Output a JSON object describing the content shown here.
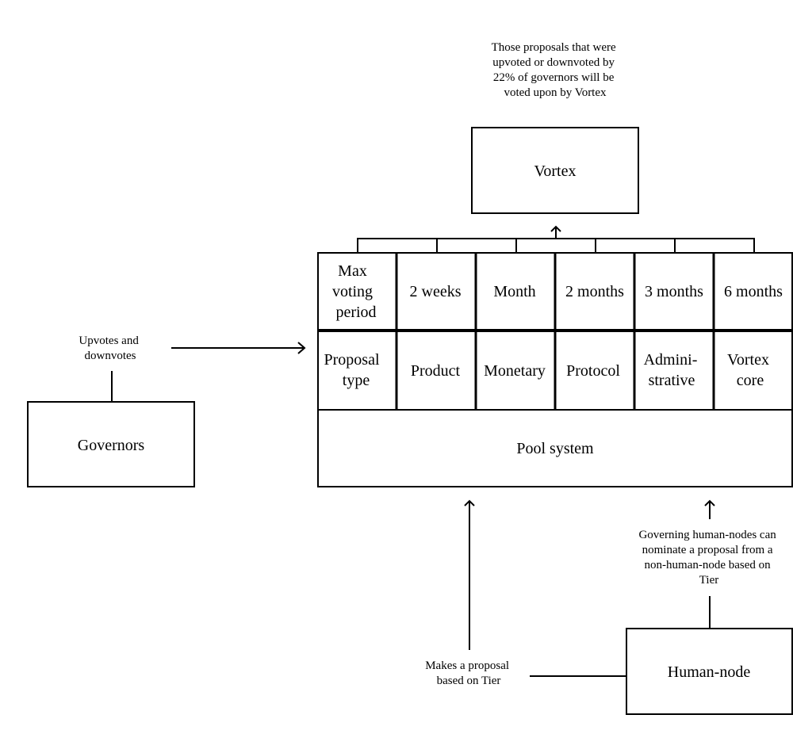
{
  "vortex_note": [
    "Those proposals that were",
    "upvoted or downvoted by",
    "22% of governors will be",
    "voted upon by Vortex"
  ],
  "vortex": "Vortex",
  "voting_periods": [
    [
      "Max",
      "voting",
      "period"
    ],
    [
      "2 weeks"
    ],
    [
      "Month"
    ],
    [
      "2 months"
    ],
    [
      "3 months"
    ],
    [
      "6 months"
    ]
  ],
  "proposal_types": [
    [
      "Proposal",
      "type"
    ],
    [
      "Product"
    ],
    [
      "Monetary"
    ],
    [
      "Protocol"
    ],
    [
      "Admini-",
      "strative"
    ],
    [
      "Vortex",
      "core"
    ]
  ],
  "pool_system": "Pool system",
  "governors_label": [
    "Upvotes and",
    "downvotes"
  ],
  "governors": "Governors",
  "nominate_note": [
    "Governing human-nodes can",
    "nominate a proposal from a",
    "non-human-node based on",
    "Tier"
  ],
  "proposal_note": [
    "Makes a proposal",
    "based on Tier"
  ],
  "human_node": "Human-node"
}
